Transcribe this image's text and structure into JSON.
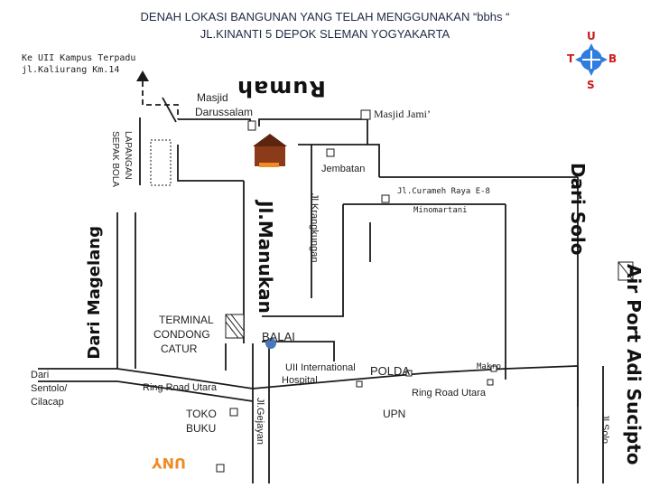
{
  "header": {
    "title_line1": "DENAH LOKASI BANGUNAN YANG TELAH MENGGUNAKAN “bbhs “",
    "title_line2": "JL.KINANTI 5 DEPOK SLEMAN YOGYAKARTA"
  },
  "compass": {
    "north": "U",
    "south": "S",
    "east": "B",
    "west": "T"
  },
  "labels": {
    "campus_line1": "Ke UII Kampus Terpadu",
    "campus_line2": "jl.Kaliurang Km.14",
    "masjid_line1": "Masjid",
    "masjid_line2": "Darussalam",
    "rumah": "Rumah",
    "masjid_jami": "Masjid Jami’",
    "lapangan_line1": "LAPANGAN",
    "lapangan_line2": "SEPAK BOLA",
    "jembatan": "Jembatan",
    "jl_curameh": "Jl.Curameh Raya E-8",
    "minomartani": "Minomartani",
    "jl_krangkungan": "Jl.Krangkungan",
    "jl_manukan": "Jl.Manukan",
    "dari_solo": "Dari Solo",
    "dari_magelang": "Dari Magelang",
    "air_port": "Air Port Adi Sucipto",
    "terminal_line1": "TERMINAL",
    "terminal_line2": "CONDONG",
    "terminal_line3": "CATUR",
    "balai": "BALAI",
    "uii_line1": "UII International",
    "uii_line2": "Hospital",
    "polda": "POLDA",
    "makro": "Makro",
    "dari_sentolo_line1": "Dari",
    "dari_sentolo_line2": "Sentolo/",
    "dari_sentolo_line3": "Cilacap",
    "ring_road_left": "Ring Road Utara",
    "ring_road_right": "Ring Road Utara",
    "toko_line1": "TOKO",
    "toko_line2": "BUKU",
    "jl_gejayan": "Jl.Gejayan",
    "upn": "UPN",
    "uny": "UNY",
    "jl_solo": "Jl.Solo"
  },
  "colors": {
    "title": "#1f2a44",
    "road": "#1a1a1a",
    "compass_red": "#cc1b1b",
    "compass_blue": "#2f7de1",
    "uny_orange": "#f08a24",
    "rumah_brown": "#8b3a1a",
    "balai_blue": "#4a78b8"
  }
}
